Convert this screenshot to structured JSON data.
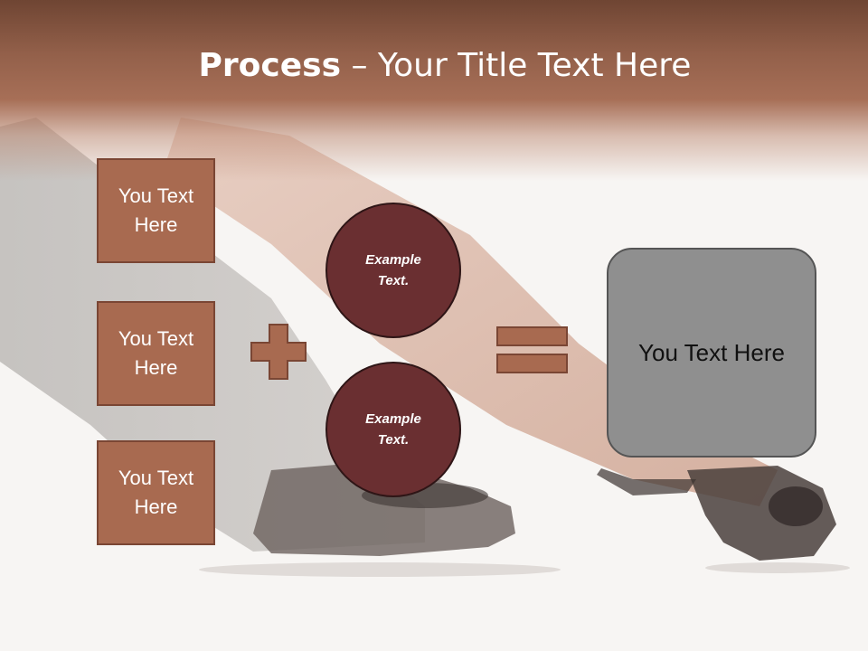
{
  "slide": {
    "title_bold": "Process",
    "title_rest": " – Your Title Text Here",
    "left_boxes": [
      {
        "line1": "You Text",
        "line2": "Here"
      },
      {
        "line1": "You Text",
        "line2": "Here"
      },
      {
        "line1": "You Text",
        "line2": "Here"
      }
    ],
    "circles": [
      {
        "line1": "Example",
        "line2": "Text."
      },
      {
        "line1": "Example",
        "line2": "Text."
      }
    ],
    "result_text": "You Text Here"
  },
  "icons": {
    "plus": "plus-icon",
    "equals": "equals-icon"
  },
  "colors": {
    "header_dark": "#6f4533",
    "header_mid": "#a76f57",
    "box_fill": "#a86a50",
    "box_border": "#7a4634",
    "circle_fill": "#6a2f31",
    "circle_border": "#2e1516",
    "result_fill": "#8f8f8f",
    "result_border": "#555555"
  }
}
